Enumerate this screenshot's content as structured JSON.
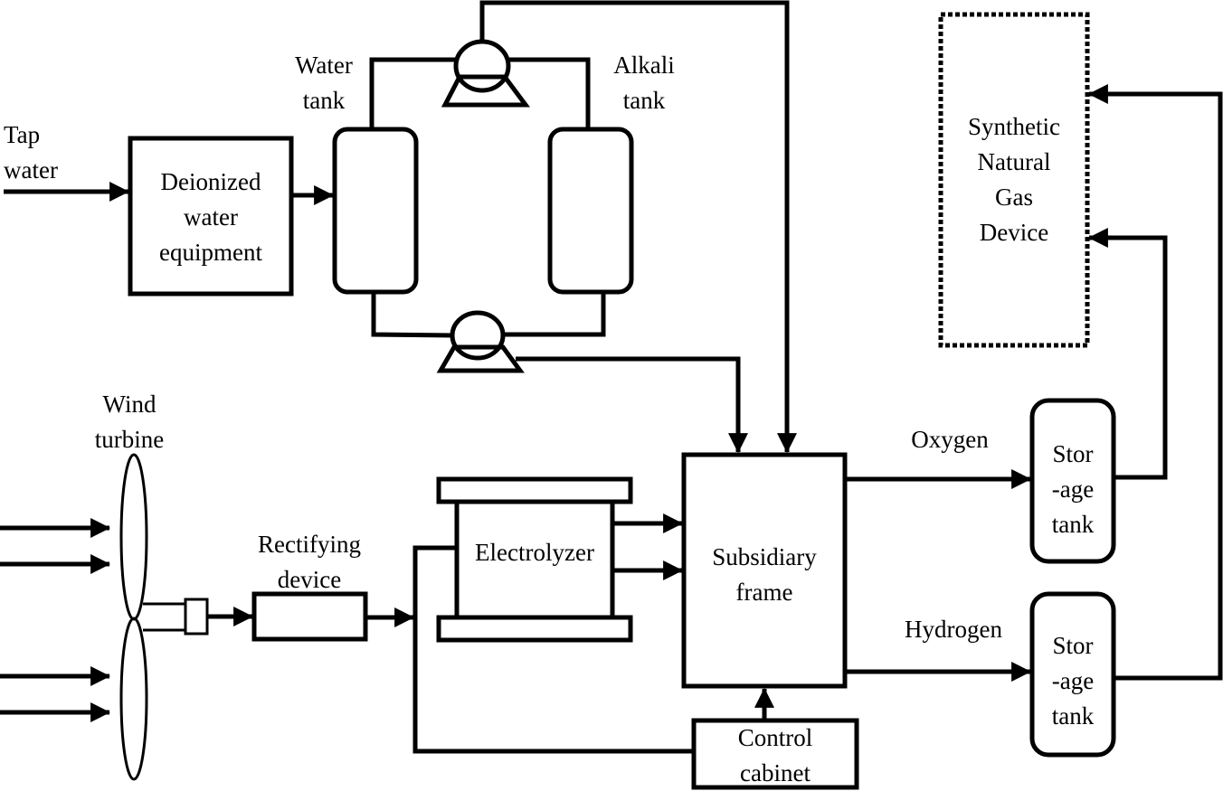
{
  "colors": {
    "stroke": "#000000",
    "background": "#ffffff"
  },
  "labels": {
    "tap_water": "Tap\nwater",
    "deionized_water_equipment": "Deionized\nwater\nequipment",
    "water_tank": "Water\ntank",
    "alkali_tank": "Alkali\ntank",
    "synthetic_natural_gas_device": "Synthetic\nNatural\nGas\nDevice",
    "wind_turbine": "Wind\nturbine",
    "rectifying_device": "Rectifying\ndevice",
    "electrolyzer": "Electrolyzer",
    "subsidiary_frame": "Subsidiary\nframe",
    "oxygen": "Oxygen",
    "hydrogen": "Hydrogen",
    "oxygen_storage_tank": "Stor\n-age\ntank",
    "hydrogen_storage_tank": "Stor\n-age\ntank",
    "control_cabinet": "Control\ncabinet"
  },
  "nodes": [
    {
      "id": "tap-water",
      "label": "Tap water"
    },
    {
      "id": "deionized-water-equipment",
      "label": "Deionized water equipment"
    },
    {
      "id": "water-tank",
      "label": "Water tank"
    },
    {
      "id": "alkali-tank",
      "label": "Alkali tank"
    },
    {
      "id": "pump-top",
      "label": "pump"
    },
    {
      "id": "pump-bottom",
      "label": "pump"
    },
    {
      "id": "wind-turbine",
      "label": "Wind turbine"
    },
    {
      "id": "rectifying-device",
      "label": "Rectifying device"
    },
    {
      "id": "electrolyzer",
      "label": "Electrolyzer"
    },
    {
      "id": "subsidiary-frame",
      "label": "Subsidiary frame"
    },
    {
      "id": "control-cabinet",
      "label": "Control cabinet"
    },
    {
      "id": "oxygen-storage-tank",
      "label": "Storage tank"
    },
    {
      "id": "hydrogen-storage-tank",
      "label": "Storage tank"
    },
    {
      "id": "synthetic-natural-gas-device",
      "label": "Synthetic Natural Gas Device"
    }
  ],
  "edges": [
    {
      "from": "tap-water",
      "to": "deionized-water-equipment"
    },
    {
      "from": "deionized-water-equipment",
      "to": "water-tank"
    },
    {
      "from": "water-tank",
      "to": "pump-top"
    },
    {
      "from": "alkali-tank",
      "to": "pump-top"
    },
    {
      "from": "water-tank",
      "to": "pump-bottom"
    },
    {
      "from": "alkali-tank",
      "to": "pump-bottom"
    },
    {
      "from": "pump-top",
      "to": "subsidiary-frame"
    },
    {
      "from": "pump-bottom",
      "to": "subsidiary-frame"
    },
    {
      "from": "wind-turbine",
      "to": "rectifying-device"
    },
    {
      "from": "rectifying-device",
      "to": "electrolyzer"
    },
    {
      "from": "electrolyzer",
      "to": "subsidiary-frame"
    },
    {
      "from": "electrolyzer",
      "to": "subsidiary-frame"
    },
    {
      "from": "control-cabinet",
      "to": "subsidiary-frame"
    },
    {
      "from": "control-cabinet",
      "to": "electrolyzer"
    },
    {
      "from": "subsidiary-frame",
      "to": "oxygen-storage-tank",
      "label": "Oxygen"
    },
    {
      "from": "subsidiary-frame",
      "to": "hydrogen-storage-tank",
      "label": "Hydrogen"
    },
    {
      "from": "oxygen-storage-tank",
      "to": "synthetic-natural-gas-device"
    },
    {
      "from": "hydrogen-storage-tank",
      "to": "synthetic-natural-gas-device"
    }
  ]
}
